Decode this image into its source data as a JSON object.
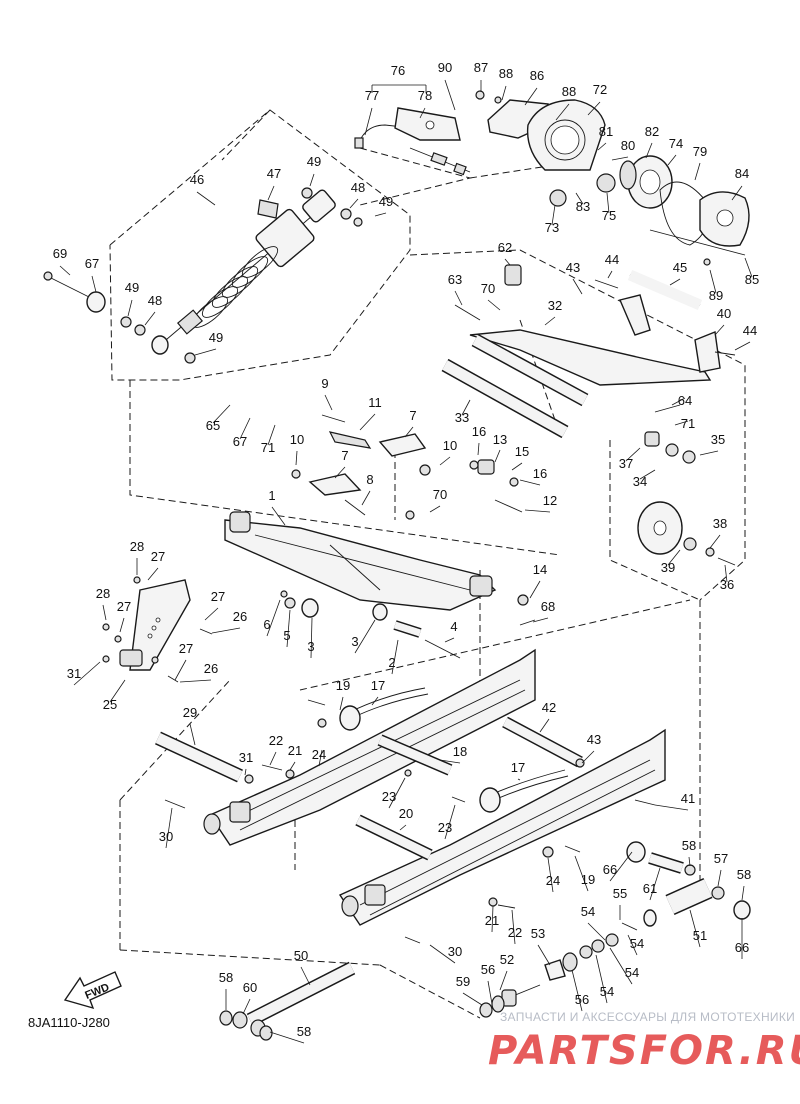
{
  "diagram_code": "8JA1110-J280",
  "direction_label": "FWD",
  "watermark": {
    "tagline": "ЗАПЧАСТИ И АКСЕССУАРЫ ДЛЯ МОТОТЕХНИКИ",
    "brand": "PARTSFOR.RU"
  },
  "colors": {
    "line": "#1a1a1a",
    "watermark_text": "#b7bcc6",
    "watermark_brand": "#e44a4a"
  },
  "callouts": [
    {
      "n": "76"
    },
    {
      "n": "77"
    },
    {
      "n": "78"
    },
    {
      "n": "90"
    },
    {
      "n": "87"
    },
    {
      "n": "88"
    },
    {
      "n": "86"
    },
    {
      "n": "88"
    },
    {
      "n": "72"
    },
    {
      "n": "81"
    },
    {
      "n": "80"
    },
    {
      "n": "82"
    },
    {
      "n": "74"
    },
    {
      "n": "79"
    },
    {
      "n": "84"
    },
    {
      "n": "83"
    },
    {
      "n": "75"
    },
    {
      "n": "73"
    },
    {
      "n": "89"
    },
    {
      "n": "85"
    },
    {
      "n": "46"
    },
    {
      "n": "47"
    },
    {
      "n": "49"
    },
    {
      "n": "48"
    },
    {
      "n": "49"
    },
    {
      "n": "69"
    },
    {
      "n": "67"
    },
    {
      "n": "49"
    },
    {
      "n": "48"
    },
    {
      "n": "49"
    },
    {
      "n": "62"
    },
    {
      "n": "63"
    },
    {
      "n": "70"
    },
    {
      "n": "43"
    },
    {
      "n": "44"
    },
    {
      "n": "45"
    },
    {
      "n": "32"
    },
    {
      "n": "40"
    },
    {
      "n": "44"
    },
    {
      "n": "65"
    },
    {
      "n": "67"
    },
    {
      "n": "71"
    },
    {
      "n": "9"
    },
    {
      "n": "11"
    },
    {
      "n": "7"
    },
    {
      "n": "33"
    },
    {
      "n": "64"
    },
    {
      "n": "71"
    },
    {
      "n": "10"
    },
    {
      "n": "10"
    },
    {
      "n": "16"
    },
    {
      "n": "13"
    },
    {
      "n": "15"
    },
    {
      "n": "16"
    },
    {
      "n": "37"
    },
    {
      "n": "35"
    },
    {
      "n": "34"
    },
    {
      "n": "7"
    },
    {
      "n": "8"
    },
    {
      "n": "70"
    },
    {
      "n": "12"
    },
    {
      "n": "1"
    },
    {
      "n": "38"
    },
    {
      "n": "39"
    },
    {
      "n": "36"
    },
    {
      "n": "28"
    },
    {
      "n": "27"
    },
    {
      "n": "28"
    },
    {
      "n": "27"
    },
    {
      "n": "27"
    },
    {
      "n": "26"
    },
    {
      "n": "6"
    },
    {
      "n": "5"
    },
    {
      "n": "3"
    },
    {
      "n": "3"
    },
    {
      "n": "4"
    },
    {
      "n": "14"
    },
    {
      "n": "68"
    },
    {
      "n": "31"
    },
    {
      "n": "27"
    },
    {
      "n": "26"
    },
    {
      "n": "2"
    },
    {
      "n": "25"
    },
    {
      "n": "19"
    },
    {
      "n": "17"
    },
    {
      "n": "29"
    },
    {
      "n": "22"
    },
    {
      "n": "21"
    },
    {
      "n": "24"
    },
    {
      "n": "18"
    },
    {
      "n": "42"
    },
    {
      "n": "43"
    },
    {
      "n": "31"
    },
    {
      "n": "23"
    },
    {
      "n": "17"
    },
    {
      "n": "41"
    },
    {
      "n": "30"
    },
    {
      "n": "20"
    },
    {
      "n": "23"
    },
    {
      "n": "58"
    },
    {
      "n": "57"
    },
    {
      "n": "66"
    },
    {
      "n": "61"
    },
    {
      "n": "58"
    },
    {
      "n": "24"
    },
    {
      "n": "19"
    },
    {
      "n": "21"
    },
    {
      "n": "22"
    },
    {
      "n": "55"
    },
    {
      "n": "54"
    },
    {
      "n": "51"
    },
    {
      "n": "66"
    },
    {
      "n": "54"
    },
    {
      "n": "30"
    },
    {
      "n": "53"
    },
    {
      "n": "54"
    },
    {
      "n": "50"
    },
    {
      "n": "52"
    },
    {
      "n": "56"
    },
    {
      "n": "54"
    },
    {
      "n": "58"
    },
    {
      "n": "60"
    },
    {
      "n": "59"
    },
    {
      "n": "56"
    },
    {
      "n": "58"
    }
  ]
}
